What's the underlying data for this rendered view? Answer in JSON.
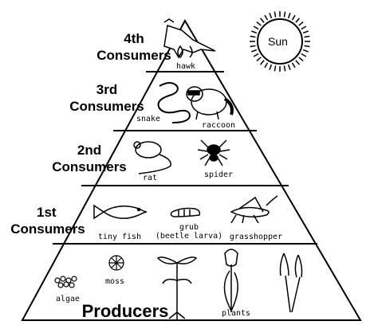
{
  "levels": {
    "fourth": {
      "line1": "4th",
      "line2": "Consumers"
    },
    "third": {
      "line1": "3rd",
      "line2": "Consumers"
    },
    "second": {
      "line1": "2nd",
      "line2": "Consumers"
    },
    "first": {
      "line1": "1st",
      "line2": "Consumers"
    },
    "producers": "Producers"
  },
  "organisms": {
    "hawk": "hawk",
    "snake": "snake",
    "raccoon": "raccoon",
    "rat": "rat",
    "spider": "spider",
    "tiny_fish": "tiny fish",
    "grub_line1": "grub",
    "grub_line2": "(beetle larva)",
    "grasshopper": "grasshopper",
    "moss": "moss",
    "algae": "algae",
    "plants": "plants"
  },
  "sun": "Sun",
  "colors": {
    "ink": "#000000",
    "background": "#ffffff"
  }
}
